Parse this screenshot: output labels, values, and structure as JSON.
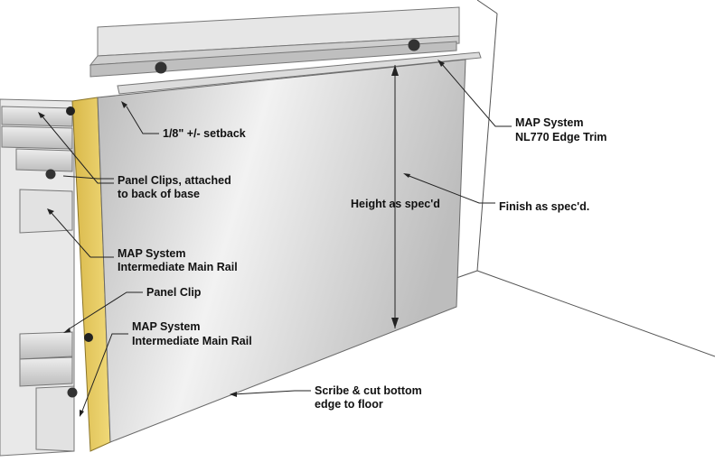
{
  "labels": {
    "setback": "1/8\" +/- setback",
    "panel_clips_line1": "Panel Clips, attached",
    "panel_clips_line2": "to back of base",
    "rail_top_line1": "MAP System",
    "rail_top_line2": "Intermediate Main Rail",
    "panel_clip": "Panel Clip",
    "rail_bottom_line1": "MAP System",
    "rail_bottom_line2": "Intermediate Main Rail",
    "edge_trim_line1": "MAP System",
    "edge_trim_line2": "NL770 Edge Trim",
    "height": "Height as spec'd",
    "finish": "Finish as spec'd.",
    "scribe_line1": "Scribe & cut bottom",
    "scribe_line2": "edge to floor"
  },
  "colors": {
    "panel_face": "#c9c9c9",
    "core": "#e3c85a",
    "trim": "#d8d8d8",
    "rail": "#cfcfcf"
  }
}
